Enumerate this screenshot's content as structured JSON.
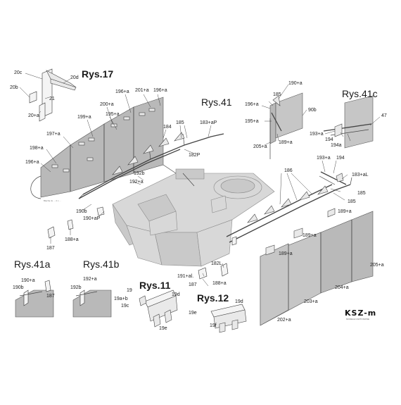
{
  "titles": {
    "rys17": "Rys.17",
    "rys41": "Rys.41",
    "rys41a": "Rys.41a",
    "rys41b": "Rys.41b",
    "rys41c": "Rys.41c",
    "rys11": "Rys.11",
    "rys12": "Rys.12"
  },
  "logo": {
    "text": "KSZ-m",
    "tagline": "MODELE KARTONOWE"
  },
  "small_note": "Blacha 4x ... 2 x ...",
  "labels": {
    "l20c": "20c",
    "l20d": "20d",
    "l20b": "20b",
    "l21": "21",
    "l20a": "20+a",
    "l196a_top": "196+a",
    "l201a": "201+a",
    "l196a_top2": "196+a",
    "l200a": "200+a",
    "l199a": "199+a",
    "l195a": "195+a",
    "l197a": "197+a",
    "l198a": "198+a",
    "l196a_left": "196+a",
    "l184": "184",
    "l185_top": "185",
    "l183aP": "183+aP",
    "l182P": "182P",
    "l192b": "192b",
    "l192a": "192+a",
    "l190b": "190b",
    "l190aP": "190+aP",
    "l188a_left": "188+a",
    "l187_left": "187",
    "l185_41c": "185",
    "l190a_41c": "190+a",
    "l196a_41c": "196+a",
    "l90b": "90b",
    "l195a_41c": "195+a",
    "l189a_41c": "189+a",
    "l205a_41c": "205+a",
    "l47": "47",
    "l193a_41c": "193+a",
    "l194_41c": "194",
    "l194a": "194a",
    "l193a": "193+a",
    "l194": "194",
    "l183aL": "183+aL",
    "l186": "186",
    "l185_r1": "185",
    "l185_r2": "185",
    "l189a_r1": "189+a",
    "l189a_r2": "189+a",
    "l189a_r3": "189+a",
    "l205a_r": "205+a",
    "l204a": "204+a",
    "l203a": "203+a",
    "l202a": "202+a",
    "l191a": "191+al.",
    "l182L": "182L",
    "l187_mid": "187",
    "l188a_mid": "188+a",
    "l190a_41a": "190+a",
    "l190b_41a": "190b",
    "l187_41a": "187",
    "l192a_41b": "192+a",
    "l192b_41b": "192b",
    "l19": "19",
    "l19ab": "19a+b",
    "l19c": "19c",
    "l19d_11": "19d",
    "l19e_11": "19e",
    "l19d_12": "19d",
    "l19e_12": "19e",
    "l19f": "19f"
  }
}
